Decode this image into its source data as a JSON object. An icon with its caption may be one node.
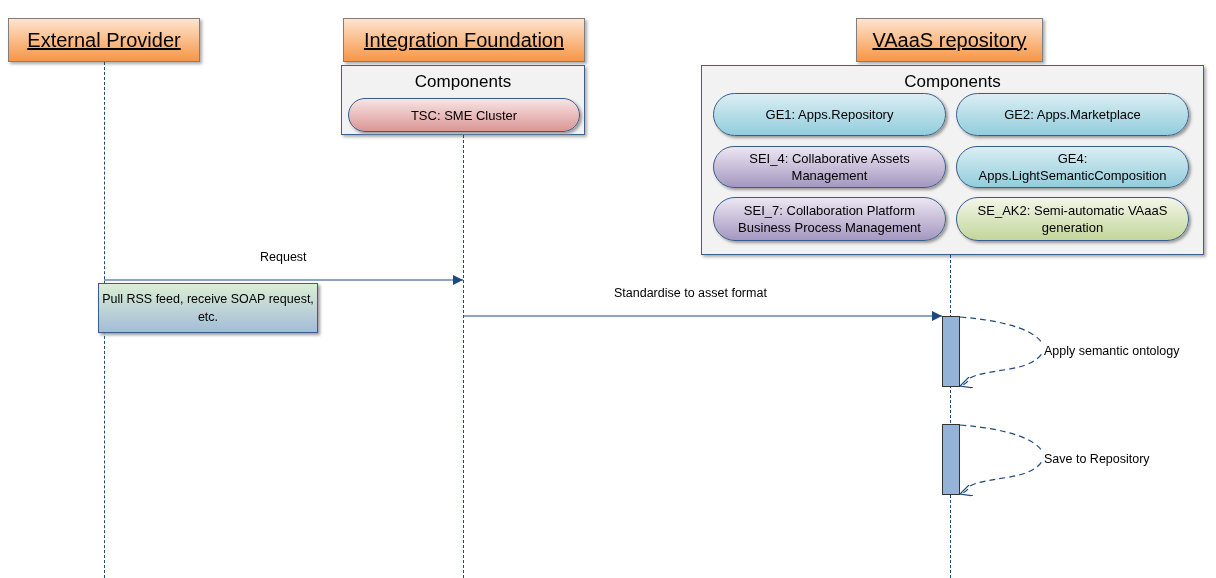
{
  "diagram": {
    "nodes": [
      {
        "text": [
          "External Provider"
        ]
      },
      {
        "text": [
          "Integration Foundation"
        ]
      },
      {
        "text": [
          "Components"
        ]
      },
      {
        "text": [
          "TSC: SME Cluster"
        ],
        "in": 2
      },
      {
        "text": [
          "VAaaS repository"
        ]
      },
      {
        "text": [
          "Components"
        ]
      },
      {
        "text": [
          "GE1: Apps.Repository"
        ],
        "in": 5
      },
      {
        "text": [
          "GE2: Apps.Marketplace"
        ],
        "in": 5
      },
      {
        "text": [
          "SEI_4: Collaborative Assets Management"
        ],
        "in": 5
      },
      {
        "text": [
          "GE4: Apps.LightSemanticComposition"
        ],
        "in": 5
      },
      {
        "text": [
          "SEI_7: Collaboration Platform Business Process Management"
        ],
        "in": 5
      },
      {
        "text": [
          "SE_AK2: Semi-automatic VAaaS generation"
        ],
        "in": 5
      },
      {
        "text": [],
        "shape": "line"
      },
      {
        "text": [],
        "shape": "line"
      },
      {
        "text": [],
        "shape": "line"
      },
      {
        "text": [
          "Pull RSS feed, receive SOAP request, etc."
        ]
      },
      {
        "text": [],
        "shape": "bar"
      },
      {
        "text": [],
        "shape": "bar"
      }
    ],
    "edges": [
      {
        "from": 12,
        "to": 13,
        "arrow": "to",
        "label": "Request"
      },
      {
        "from": 13,
        "to": 16,
        "arrow": "to",
        "label": "Standardise to asset format"
      },
      {
        "from": 16,
        "to": 16,
        "arrow": "to",
        "label": "Apply semantic ontology",
        "style": "dashed"
      },
      {
        "from": 17,
        "to": 17,
        "arrow": "to",
        "label": "Save to Repository",
        "style": "dashed"
      }
    ]
  }
}
